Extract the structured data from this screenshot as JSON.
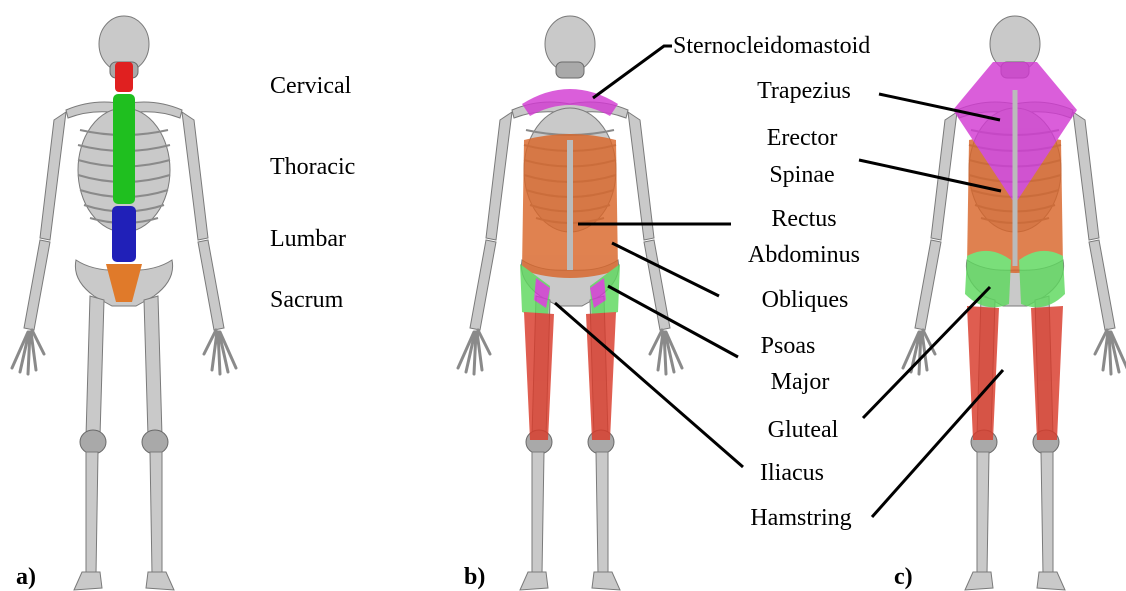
{
  "panels": [
    {
      "id": "a",
      "label": "a)"
    },
    {
      "id": "b",
      "label": "b)"
    },
    {
      "id": "c",
      "label": "c)"
    }
  ],
  "spine_regions": [
    {
      "name": "Cervical",
      "color": "#e02020"
    },
    {
      "name": "Thoracic",
      "color": "#1fbf1f"
    },
    {
      "name": "Lumbar",
      "color": "#2020b8"
    },
    {
      "name": "Sacrum",
      "color": "#e07a2a"
    }
  ],
  "anterior_muscles": [
    {
      "lines": [
        "Sternocleidomastoid"
      ]
    },
    {
      "lines": [
        "Rectus",
        "Abdominus"
      ]
    },
    {
      "lines": [
        "Obliques"
      ]
    },
    {
      "lines": [
        "Psoas",
        "Major"
      ]
    },
    {
      "lines": [
        "Iliacus"
      ]
    }
  ],
  "posterior_muscles": [
    {
      "lines": [
        "Trapezius"
      ]
    },
    {
      "lines": [
        "Erector",
        "Spinae"
      ]
    },
    {
      "lines": [
        "Gluteal"
      ]
    },
    {
      "lines": [
        "Hamstring"
      ]
    }
  ],
  "colors": {
    "muscle_orange": "#d9662a",
    "muscle_red": "#d93a2a",
    "muscle_magenta": "#d23ad2",
    "muscle_green": "#5ed85e",
    "bone": "#c9c9c9"
  }
}
